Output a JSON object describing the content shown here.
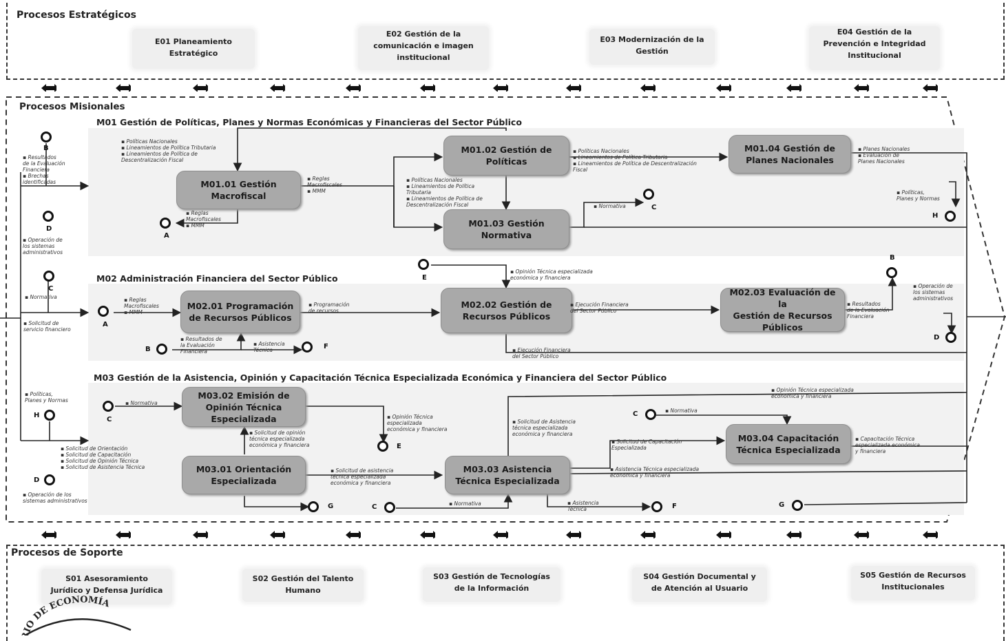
{
  "strategic": {
    "title": "Procesos Estratégicos",
    "items": [
      "E01 Planeamiento\nEstratégico",
      "E02 Gestión de la\ncomunicación e imagen\ninstitucional",
      "E03 Modernización de la\nGestión",
      "E04 Gestión de la\nPrevención e Integridad\nInstitucional"
    ]
  },
  "missional": {
    "title": "Procesos Misionales",
    "m01": {
      "title": "M01 Gestión de Políticas, Planes y Normas Económicas y Financieras del Sector Público",
      "boxes": {
        "m0101": "M01.01 Gestión\nMacrofiscal",
        "m0102": "M01.02 Gestión de\nPolíticas",
        "m0103": "M01.03 Gestión\nNormativa",
        "m0104": "M01.04 Gestión de\nPlanes Nacionales"
      },
      "labels": {
        "top_inputs": "▪ Políticas Nacionales\n▪ Lineamientos de Política Tributaria\n▪ Lineamientos de Política de\nDescentralización Fiscal",
        "left_b": "▪ Resultados\nde la Evaluación\nFinanciera\n▪ Brechas\nidentificadas",
        "left_d": "▪ Operación de\nlos sistemas\nadministrativos",
        "mf_out": "▪ Reglas\nMacrofiscales\n▪ MMM",
        "mf_to_a": "▪ Reglas\nMacrofiscales\n▪ MMM",
        "pol_in": "▪ Políticas Nacionales\n▪ Lineamientos de Política\nTributaria\n▪ Lineamientos de Política de\nDescentralización Fiscal",
        "pol_out": "▪ Políticas Nacionales\n▪ Lineamientos de Política Tributaria\n▪ Lineamientos de Política de Descentralización\nFiscal",
        "norm_out": "▪ Normativa",
        "planes_out": "▪ Planes Nacionales\n▪ Evaluación de\nPlanes Nacionales",
        "ppn": "▪ Políticas,\nPlanes y Normas"
      }
    },
    "m02": {
      "title": "M02 Administración Financiera del Sector Público",
      "boxes": {
        "m0201": "M02.01 Programación\nde Recursos Públicos",
        "m0202": "M02.02 Gestión de\nRecursos Públicos",
        "m0203": "M02.03 Evaluación de la\nGestión de Recursos\nPúblicos"
      },
      "labels": {
        "a_in": "▪ Reglas\nMacrofiscales\n▪ MMM",
        "prog_out": "▪ Programación\nde recursos",
        "b_res": "▪ Resultados de\nla Evaluación\nFinanciera",
        "f_asist": "▪ Asistencia\nTécnica",
        "e_op": "▪ Opinión Técnica especializada\neconómica y financiera",
        "ejec1": "▪ Ejecución Financiera\ndel Sector Público",
        "ejec2": "▪ Ejecución Financiera\ndel Sector Público",
        "eval_out": "▪ Resultados\nde la Evaluación\nFinanciera",
        "op_sist": "▪ Operación de\nlos sistemas\nadministrativos",
        "c_norm": "▪ Normativa",
        "solicitud": "▪ Solicitud de\nservicio financiero"
      }
    },
    "m03": {
      "title": "M03 Gestión de la Asistencia, Opinión y Capacitación Técnica Especializada Económica y Financiera del Sector Público",
      "boxes": {
        "m0302": "M03.02 Emisión de\nOpinión Técnica\nEspecializada",
        "m0301": "M03.01 Orientación\nEspecializada",
        "m0303": "M03.03 Asistencia\nTécnica Especializada",
        "m0304": "M03.04 Capacitación\nTécnica Especializada"
      },
      "labels": {
        "ppn_h": "▪ Políticas,\nPlanes y Normas",
        "c_norm": "▪ Normativa",
        "sol_op": "▪ Solicitud de opinión\ntécnica especializada\neconómica y financiera",
        "op_e": "▪ Opinión Técnica\nespecializada\neconómica y financiera",
        "sol_list": "▪ Solicitud de Orientación\n▪ Solicitud de Capacitación\n▪ Solicitud de Opinión Técnica\n▪ Solicitud de Asistencia Técnica",
        "op_sist_d": "▪ Operación de los\nsistemas administrativos",
        "sol_asis": "▪ Solicitud de asistencia\ntécnica especializada\neconómica y financiera",
        "sol_asis2": "▪ Solicitud de Asistencia\ntécnica especializada\neconómica y financiera",
        "op_top": "▪ Opinión Técnica especializada\neconómica y financiera",
        "c_norm2": "▪ Normativa",
        "sol_cap": "▪ Solicitud de Capacitación\nEspecializada",
        "asist_esp": "▪ Asistencia Técnica especializada\neconómica y financiera",
        "cap_out": "▪ Capacitación Técnica\nespecializada económica\ny financiera",
        "c_norm3": "▪ Normativa",
        "asist_f": "▪ Asistencia\nTécnica"
      }
    }
  },
  "support": {
    "title": "Procesos de Soporte",
    "items": [
      "S01 Asesoramiento\nJurídico y Defensa Jurídica",
      "S02 Gestión del Talento\nHumano",
      "S03 Gestión de Tecnologías\nde la Información",
      "S04 Gestión Documental y\nde Atención al Usuario",
      "S05 Gestión de Recursos\nInstitucionales"
    ]
  },
  "nodes": {
    "A": "A",
    "B": "B",
    "C": "C",
    "D": "D",
    "E": "E",
    "F": "F",
    "G": "G",
    "H": "H"
  },
  "seal": "ERIO DE ECONOMÍA"
}
